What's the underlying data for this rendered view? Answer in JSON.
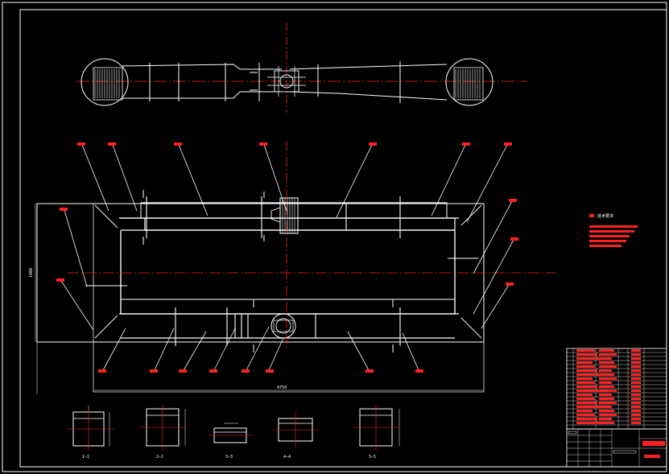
{
  "dimension_labels": {
    "overall_length": "4750",
    "overall_height": "1400"
  },
  "section_labels": [
    {
      "id": "1",
      "text": "1—1"
    },
    {
      "id": "2",
      "text": "2—2"
    },
    {
      "id": "3",
      "text": "3—3"
    },
    {
      "id": "4",
      "text": "4—4"
    },
    {
      "id": "5",
      "text": "5—5"
    }
  ],
  "notes_heading": "技术要求",
  "colors": {
    "background": "#000000",
    "line": "#ffffff",
    "centerline": "#ff2020",
    "leader_tag": "#ff2020"
  }
}
